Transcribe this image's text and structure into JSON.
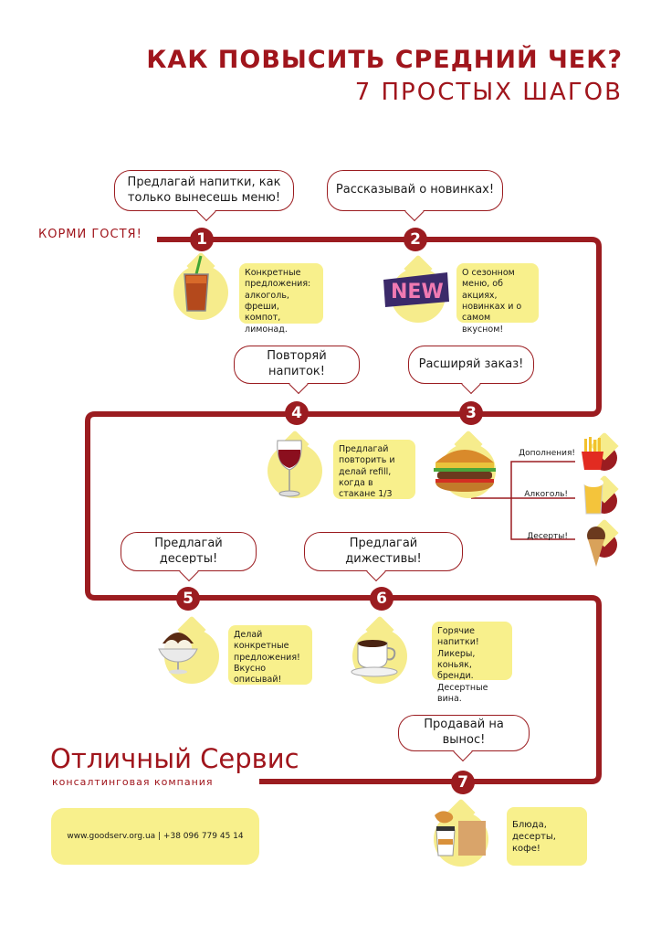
{
  "title": {
    "line1": "КАК ПОВЫСИТЬ СРЕДНИЙ ЧЕК?",
    "line2": "7 ПРОСТЫХ ШАГОВ"
  },
  "start_label": "КОРМИ ГОСТЯ!",
  "colors": {
    "accent": "#9b1c20",
    "note_bg": "#f8f08c",
    "icon_bg": "#f6ec8c"
  },
  "steps": [
    {
      "number": "1",
      "bubble": "Предлагай напитки, как только вынесешь меню!",
      "note": "Конкретные предложения: алкоголь, фреши, компот, лимонад.",
      "icon": "drink-glass-icon"
    },
    {
      "number": "2",
      "bubble": "Рассказывай о новинках!",
      "note": "О сезонном меню, об акциях, новинках и о самом вкусном!",
      "icon": "new-badge-icon"
    },
    {
      "number": "3",
      "bubble": "Расширяй заказ!",
      "note": "",
      "icon": "burger-icon"
    },
    {
      "number": "4",
      "bubble": "Повторяй напиток!",
      "note": "Предлагай повторить и делай refill, когда в стакане 1/3",
      "icon": "wine-glass-icon"
    },
    {
      "number": "5",
      "bubble": "Предлагай десерты!",
      "note": "Делай конкретные предложения! Вкусно описывай!",
      "icon": "ice-cream-icon"
    },
    {
      "number": "6",
      "bubble": "Предлагай дижестивы!",
      "note": "Горячие напитки! Ликеры, коньяк, бренди. Десертные вина.",
      "icon": "coffee-cup-icon"
    },
    {
      "number": "7",
      "bubble": "Продавай на вынос!",
      "note": "Блюда, десерты, кофе!",
      "icon": "takeaway-icon"
    }
  ],
  "extras": [
    {
      "label": "Дополнения!",
      "icon": "fries-icon"
    },
    {
      "label": "Алкоголь!",
      "icon": "beer-icon"
    },
    {
      "label": "Десерты!",
      "icon": "ice-cream-cone-icon"
    }
  ],
  "brand": {
    "name": "Отличный Сервис",
    "subtitle": "консалтинговая компания"
  },
  "contact": "www.goodserv.org.ua | +38 096 779 45 14"
}
